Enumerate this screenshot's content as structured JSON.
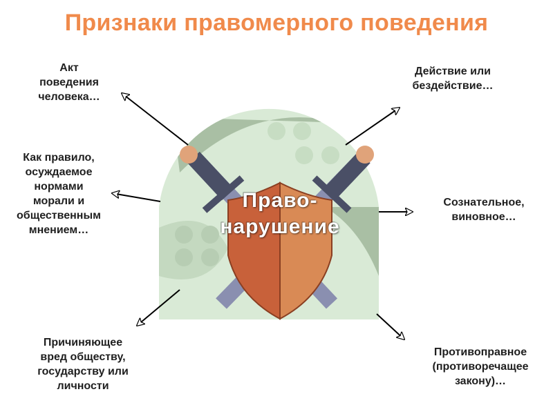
{
  "title": "Признаки правомерного поведения",
  "center": {
    "text": "Право-\nнарушение"
  },
  "features": [
    {
      "id": "act",
      "text": "Акт\nповедения\nчеловека…"
    },
    {
      "id": "action",
      "text": "Действие или\nбездействие…"
    },
    {
      "id": "morals",
      "text": "Как правило,\nосуждаемое\nнормами\nморали и\nобщественным\nмнением…"
    },
    {
      "id": "conscious",
      "text": "Сознательное,\nвиновное…"
    },
    {
      "id": "harm",
      "text": "Причиняющее\nвред обществу,\nгосударству или\nличности"
    },
    {
      "id": "unlawful",
      "text": "Противоправное\n(противоречащее\nзакону)…"
    }
  ],
  "colors": {
    "title": "#f08a4b",
    "text": "#1f1f1f",
    "circle_base": "#d5e8d4",
    "circle_dark": "#9fb59a",
    "shield_left": "#c8613a",
    "shield_right": "#d98a55",
    "sword_blade": "#8a8fb0",
    "sword_handle": "#4a4f66",
    "pommel": "#e0a37a",
    "arrow": "#000000"
  }
}
